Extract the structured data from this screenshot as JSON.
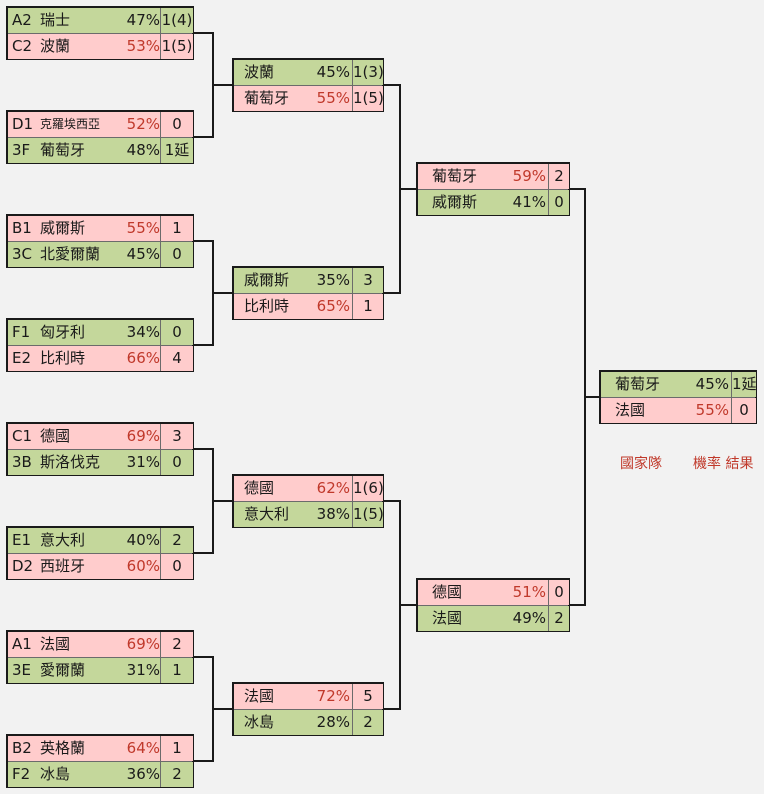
{
  "rounds": [
    {
      "name": "round-of-16",
      "matches": [
        {
          "id": "r16-1",
          "rows": [
            {
              "seed": "A2",
              "team": "瑞士",
              "pct": "47%",
              "score": "1(4)",
              "color": "green"
            },
            {
              "seed": "C2",
              "team": "波蘭",
              "pct": "53%",
              "score": "1(5)",
              "color": "pink"
            }
          ]
        },
        {
          "id": "r16-2",
          "rows": [
            {
              "seed": "D1",
              "team": "克羅埃西亞",
              "pct": "52%",
              "score": "0",
              "color": "pink"
            },
            {
              "seed": "3F",
              "team": "葡萄牙",
              "pct": "48%",
              "score": "1延",
              "color": "green"
            }
          ]
        },
        {
          "id": "r16-3",
          "rows": [
            {
              "seed": "B1",
              "team": "威爾斯",
              "pct": "55%",
              "score": "1",
              "color": "pink"
            },
            {
              "seed": "3C",
              "team": "北愛爾蘭",
              "pct": "45%",
              "score": "0",
              "color": "green"
            }
          ]
        },
        {
          "id": "r16-4",
          "rows": [
            {
              "seed": "F1",
              "team": "匈牙利",
              "pct": "34%",
              "score": "0",
              "color": "green"
            },
            {
              "seed": "E2",
              "team": "比利時",
              "pct": "66%",
              "score": "4",
              "color": "pink"
            }
          ]
        },
        {
          "id": "r16-5",
          "rows": [
            {
              "seed": "C1",
              "team": "德國",
              "pct": "69%",
              "score": "3",
              "color": "pink"
            },
            {
              "seed": "3B",
              "team": "斯洛伐克",
              "pct": "31%",
              "score": "0",
              "color": "green"
            }
          ]
        },
        {
          "id": "r16-6",
          "rows": [
            {
              "seed": "E1",
              "team": "意大利",
              "pct": "40%",
              "score": "2",
              "color": "green"
            },
            {
              "seed": "D2",
              "team": "西班牙",
              "pct": "60%",
              "score": "0",
              "color": "pink"
            }
          ]
        },
        {
          "id": "r16-7",
          "rows": [
            {
              "seed": "A1",
              "team": "法國",
              "pct": "69%",
              "score": "2",
              "color": "pink"
            },
            {
              "seed": "3E",
              "team": "愛爾蘭",
              "pct": "31%",
              "score": "1",
              "color": "green"
            }
          ]
        },
        {
          "id": "r16-8",
          "rows": [
            {
              "seed": "B2",
              "team": "英格蘭",
              "pct": "64%",
              "score": "1",
              "color": "pink"
            },
            {
              "seed": "F2",
              "team": "冰島",
              "pct": "36%",
              "score": "2",
              "color": "green"
            }
          ]
        }
      ]
    },
    {
      "name": "quarter-finals",
      "matches": [
        {
          "id": "qf-1",
          "rows": [
            {
              "seed": "",
              "team": "波蘭",
              "pct": "45%",
              "score": "1(3)",
              "color": "green"
            },
            {
              "seed": "",
              "team": "葡萄牙",
              "pct": "55%",
              "score": "1(5)",
              "color": "pink"
            }
          ]
        },
        {
          "id": "qf-2",
          "rows": [
            {
              "seed": "",
              "team": "威爾斯",
              "pct": "35%",
              "score": "3",
              "color": "green"
            },
            {
              "seed": "",
              "team": "比利時",
              "pct": "65%",
              "score": "1",
              "color": "pink"
            }
          ]
        },
        {
          "id": "qf-3",
          "rows": [
            {
              "seed": "",
              "team": "德國",
              "pct": "62%",
              "score": "1(6)",
              "color": "pink"
            },
            {
              "seed": "",
              "team": "意大利",
              "pct": "38%",
              "score": "1(5)",
              "color": "green"
            }
          ]
        },
        {
          "id": "qf-4",
          "rows": [
            {
              "seed": "",
              "team": "法國",
              "pct": "72%",
              "score": "5",
              "color": "pink"
            },
            {
              "seed": "",
              "team": "冰島",
              "pct": "28%",
              "score": "2",
              "color": "green"
            }
          ]
        }
      ]
    },
    {
      "name": "semi-finals",
      "matches": [
        {
          "id": "sf-1",
          "rows": [
            {
              "seed": "",
              "team": "葡萄牙",
              "pct": "59%",
              "score": "2",
              "color": "pink"
            },
            {
              "seed": "",
              "team": "威爾斯",
              "pct": "41%",
              "score": "0",
              "color": "green"
            }
          ]
        },
        {
          "id": "sf-2",
          "rows": [
            {
              "seed": "",
              "team": "德國",
              "pct": "51%",
              "score": "0",
              "color": "pink"
            },
            {
              "seed": "",
              "team": "法國",
              "pct": "49%",
              "score": "2",
              "color": "green"
            }
          ]
        }
      ]
    },
    {
      "name": "final",
      "matches": [
        {
          "id": "final",
          "rows": [
            {
              "seed": "",
              "team": "葡萄牙",
              "pct": "45%",
              "score": "1延",
              "color": "green"
            },
            {
              "seed": "",
              "team": "法國",
              "pct": "55%",
              "score": "0",
              "color": "pink"
            }
          ]
        }
      ]
    }
  ],
  "legend": {
    "team": "國家隊",
    "prob_result": "機率 結果"
  },
  "colors": {
    "pink": "#ffcccc",
    "green": "#c4d79b",
    "pct_pink_text": "#c0392b",
    "border": "#1a1a1a"
  }
}
